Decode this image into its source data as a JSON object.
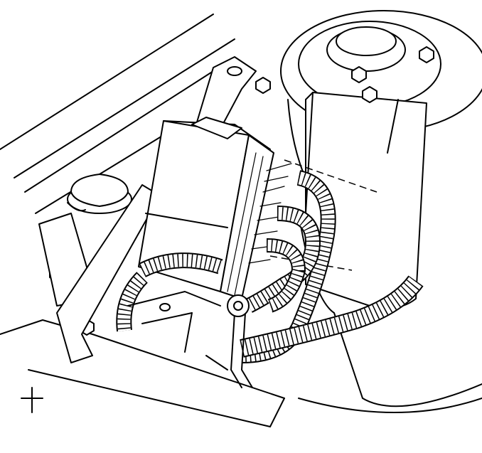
{
  "figure": {
    "kind": "line-art engine compartment illustration",
    "stroke_color": "#000000",
    "background_color": "#ffffff",
    "components": [
      {
        "id": "strut-tower",
        "icon": "strut-tower-icon"
      },
      {
        "id": "control-module-housing",
        "icon": "module-box-icon"
      },
      {
        "id": "module-bracket",
        "icon": "bracket-icon"
      },
      {
        "id": "wiring-harness",
        "icon": "corrugated-conduit-icon"
      },
      {
        "id": "reservoir-cap",
        "icon": "cap-icon"
      },
      {
        "id": "fender-rail",
        "icon": "rail-icon"
      },
      {
        "id": "mounting-nuts",
        "icon": "nut-icon"
      }
    ]
  }
}
